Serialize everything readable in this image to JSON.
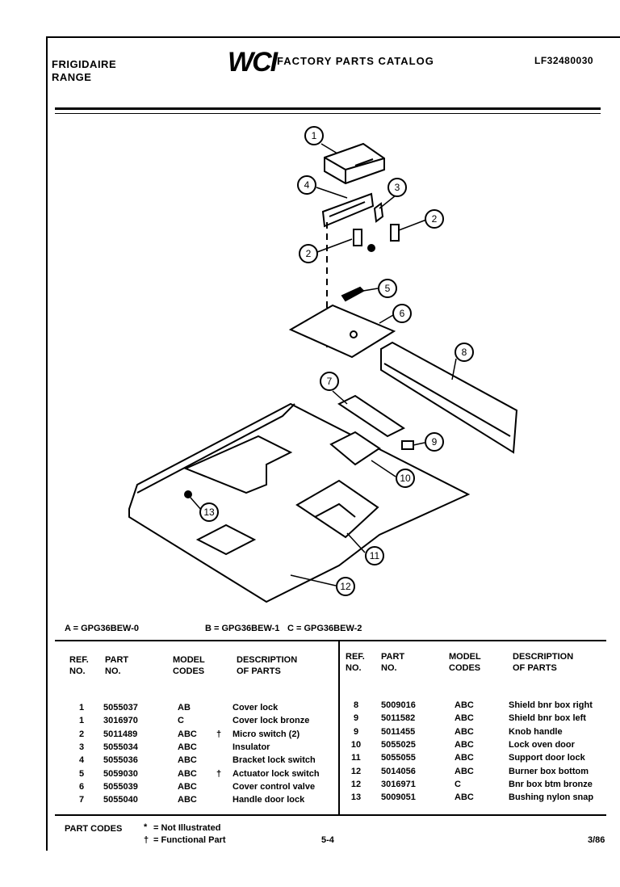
{
  "header": {
    "brand": "FRIGIDAIRE",
    "product": "RANGE",
    "logo": "WCI",
    "catalog_title": "FACTORY PARTS CATALOG",
    "catalog_number": "LF32480030"
  },
  "diagram": {
    "callouts": [
      "1",
      "4",
      "3",
      "2",
      "2",
      "5",
      "6",
      "8",
      "7",
      "9",
      "10",
      "13",
      "11",
      "12"
    ]
  },
  "models": {
    "a": "A = GPG36BEW-0",
    "b": "B = GPG36BEW-1",
    "c": "C = GPG36BEW-2"
  },
  "table": {
    "headers": {
      "ref": "REF.",
      "no": "NO.",
      "part": "PART",
      "part_no": "NO.",
      "model": "MODEL",
      "codes": "CODES",
      "desc": "DESCRIPTION",
      "of_parts": "OF PARTS"
    },
    "left_rows": [
      {
        "ref": "1",
        "part": "5055037",
        "codes": "AB",
        "mark": "",
        "desc": "Cover lock"
      },
      {
        "ref": "1",
        "part": "3016970",
        "codes": "C",
        "mark": "",
        "desc": "Cover lock bronze"
      },
      {
        "ref": "2",
        "part": "5011489",
        "codes": "ABC",
        "mark": "†",
        "desc": "Micro switch (2)"
      },
      {
        "ref": "3",
        "part": "5055034",
        "codes": "ABC",
        "mark": "",
        "desc": "Insulator"
      },
      {
        "ref": "4",
        "part": "5055036",
        "codes": "ABC",
        "mark": "",
        "desc": "Bracket lock switch"
      },
      {
        "ref": "5",
        "part": "5059030",
        "codes": "ABC",
        "mark": "†",
        "desc": "Actuator lock switch"
      },
      {
        "ref": "6",
        "part": "5055039",
        "codes": "ABC",
        "mark": "",
        "desc": "Cover control valve"
      },
      {
        "ref": "7",
        "part": "5055040",
        "codes": "ABC",
        "mark": "",
        "desc": "Handle door lock"
      }
    ],
    "right_rows": [
      {
        "ref": "8",
        "part": "5009016",
        "codes": "ABC",
        "desc": "Shield bnr box right"
      },
      {
        "ref": "9",
        "part": "5011582",
        "codes": "ABC",
        "desc": "Shield bnr box left"
      },
      {
        "ref": "9",
        "part": "5011455",
        "codes": "ABC",
        "desc": "Knob handle"
      },
      {
        "ref": "10",
        "part": "5055025",
        "codes": "ABC",
        "desc": "Lock oven door"
      },
      {
        "ref": "11",
        "part": "5055055",
        "codes": "ABC",
        "desc": "Support door lock"
      },
      {
        "ref": "12",
        "part": "5014056",
        "codes": "ABC",
        "desc": "Burner box bottom"
      },
      {
        "ref": "12",
        "part": "3016971",
        "codes": "C",
        "desc": "Bnr box btm bronze"
      },
      {
        "ref": "13",
        "part": "5009051",
        "codes": "ABC",
        "desc": "Bushing nylon snap"
      }
    ]
  },
  "footer": {
    "part_codes": "PART CODES",
    "star": "*",
    "not_illustrated": "= Not Illustrated",
    "dagger": "†",
    "functional": "= Functional Part",
    "page": "5-4",
    "date": "3/86"
  }
}
